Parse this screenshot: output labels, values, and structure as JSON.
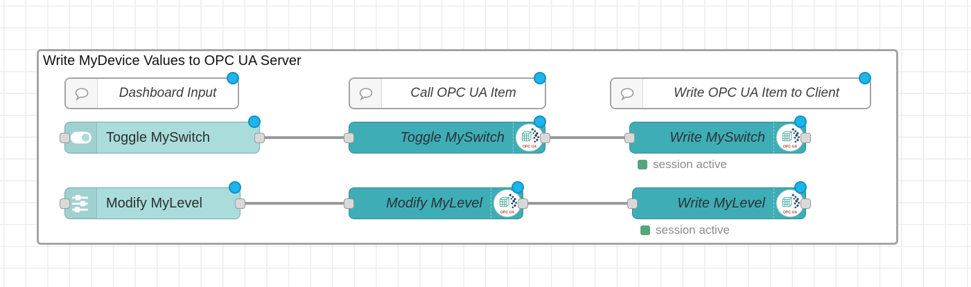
{
  "group": {
    "title": "Write MyDevice Values to OPC UA Server"
  },
  "comments": [
    {
      "label": "Dashboard Input"
    },
    {
      "label": "Call OPC UA Item"
    },
    {
      "label": "Write OPC UA Item to Client"
    }
  ],
  "nodes": [
    {
      "label": "Toggle MySwitch"
    },
    {
      "label": "Modify MyLevel"
    },
    {
      "label": "Toggle MySwitch"
    },
    {
      "label": "Modify MyLevel"
    },
    {
      "label": "Write MySwitch",
      "status": "session active"
    },
    {
      "label": "Write MyLevel",
      "status": "session active"
    }
  ],
  "icons": {
    "opcua_label": "OPC UA"
  },
  "colors": {
    "node_light_teal": "#aadcdc",
    "node_dark_teal": "#3fadb5",
    "status_green": "#55a57c",
    "changed_indicator_blue": "#1db5ea",
    "wire_gray": "#999999",
    "group_border_gray": "#a5a5a5"
  }
}
